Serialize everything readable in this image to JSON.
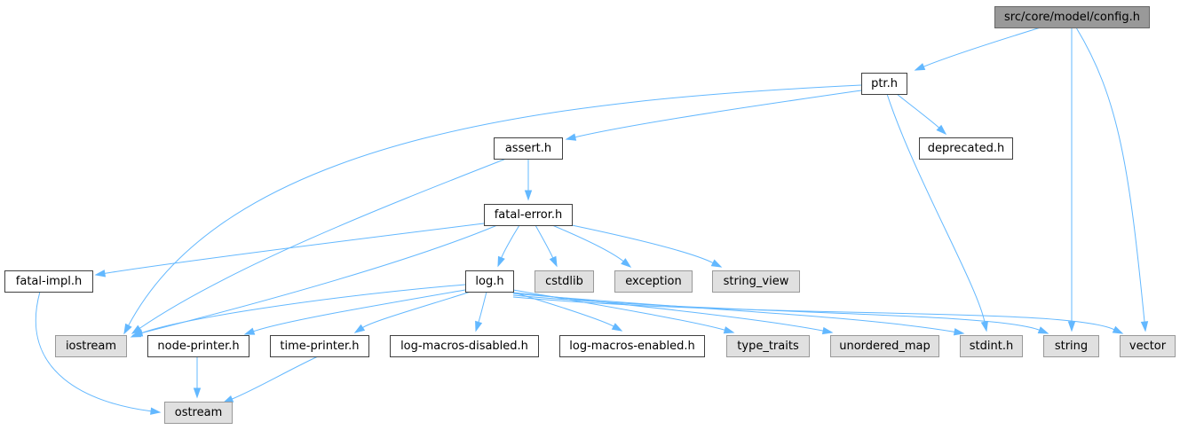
{
  "colors": {
    "edge": "#63b8ff",
    "root_fill": "#999999",
    "local_fill": "#ffffff",
    "system_fill": "#e0e0e0"
  },
  "nodes": [
    {
      "id": "config",
      "label": "src/core/model/config.h",
      "kind": "root"
    },
    {
      "id": "ptr",
      "label": "ptr.h",
      "kind": "local"
    },
    {
      "id": "assert",
      "label": "assert.h",
      "kind": "local"
    },
    {
      "id": "deprecated",
      "label": "deprecated.h",
      "kind": "local"
    },
    {
      "id": "fatal_error",
      "label": "fatal-error.h",
      "kind": "local"
    },
    {
      "id": "fatal_impl",
      "label": "fatal-impl.h",
      "kind": "local"
    },
    {
      "id": "log",
      "label": "log.h",
      "kind": "local"
    },
    {
      "id": "cstdlib",
      "label": "cstdlib",
      "kind": "system"
    },
    {
      "id": "exception",
      "label": "exception",
      "kind": "system"
    },
    {
      "id": "string_view",
      "label": "string_view",
      "kind": "system"
    },
    {
      "id": "iostream",
      "label": "iostream",
      "kind": "system"
    },
    {
      "id": "node_printer",
      "label": "node-printer.h",
      "kind": "local"
    },
    {
      "id": "time_printer",
      "label": "time-printer.h",
      "kind": "local"
    },
    {
      "id": "log_macros_disabled",
      "label": "log-macros-disabled.h",
      "kind": "local"
    },
    {
      "id": "log_macros_enabled",
      "label": "log-macros-enabled.h",
      "kind": "local"
    },
    {
      "id": "type_traits",
      "label": "type_traits",
      "kind": "system"
    },
    {
      "id": "unordered_map",
      "label": "unordered_map",
      "kind": "system"
    },
    {
      "id": "stdint",
      "label": "stdint.h",
      "kind": "system"
    },
    {
      "id": "string",
      "label": "string",
      "kind": "system"
    },
    {
      "id": "vector",
      "label": "vector",
      "kind": "system"
    },
    {
      "id": "ostream",
      "label": "ostream",
      "kind": "system"
    }
  ],
  "edges": [
    {
      "from": "config",
      "to": "ptr"
    },
    {
      "from": "config",
      "to": "string"
    },
    {
      "from": "config",
      "to": "vector"
    },
    {
      "from": "ptr",
      "to": "assert"
    },
    {
      "from": "ptr",
      "to": "deprecated"
    },
    {
      "from": "ptr",
      "to": "iostream"
    },
    {
      "from": "ptr",
      "to": "stdint"
    },
    {
      "from": "assert",
      "to": "fatal_error"
    },
    {
      "from": "assert",
      "to": "iostream"
    },
    {
      "from": "fatal_error",
      "to": "fatal_impl"
    },
    {
      "from": "fatal_error",
      "to": "iostream"
    },
    {
      "from": "fatal_error",
      "to": "log"
    },
    {
      "from": "fatal_error",
      "to": "cstdlib"
    },
    {
      "from": "fatal_error",
      "to": "exception"
    },
    {
      "from": "fatal_error",
      "to": "string_view"
    },
    {
      "from": "fatal_impl",
      "to": "ostream"
    },
    {
      "from": "log",
      "to": "iostream"
    },
    {
      "from": "log",
      "to": "node_printer"
    },
    {
      "from": "log",
      "to": "time_printer"
    },
    {
      "from": "log",
      "to": "log_macros_disabled"
    },
    {
      "from": "log",
      "to": "log_macros_enabled"
    },
    {
      "from": "log",
      "to": "type_traits"
    },
    {
      "from": "log",
      "to": "unordered_map"
    },
    {
      "from": "log",
      "to": "stdint"
    },
    {
      "from": "log",
      "to": "string"
    },
    {
      "from": "log",
      "to": "vector"
    },
    {
      "from": "node_printer",
      "to": "ostream"
    },
    {
      "from": "time_printer",
      "to": "ostream"
    }
  ]
}
